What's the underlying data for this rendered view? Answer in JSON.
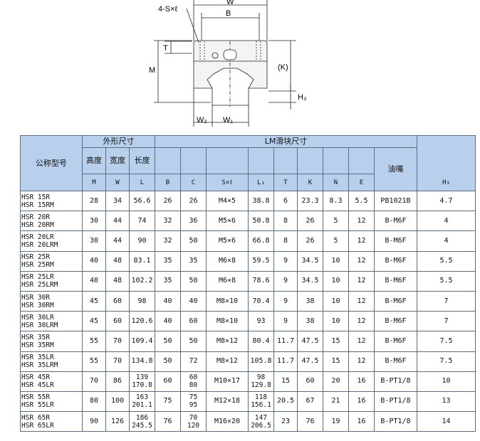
{
  "drawing": {
    "label_hole": "4-S×ℓ",
    "label_W": "W",
    "label_B": "B",
    "label_T": "T",
    "label_M": "M",
    "label_K": "(K)",
    "label_H3": "H₃",
    "label_W2": "W₂",
    "label_W1": "W₁"
  },
  "table": {
    "model_header": "公称型号",
    "outer_header": "外形尺寸",
    "lm_header": "LM滑块尺寸",
    "height_header": "高度",
    "width_header": "宽度",
    "length_header": "长度",
    "nipple_header": "油嘴",
    "symbols": {
      "M": "M",
      "W": "W",
      "L": "L",
      "B": "B",
      "C": "C",
      "S": "S×ℓ",
      "L1": "L₁",
      "T": "T",
      "K": "K",
      "N": "N",
      "E": "E",
      "H3": "H₃"
    },
    "rows": [
      {
        "model": [
          "HSR 15R",
          "HSR 15RM"
        ],
        "M": "28",
        "W": "34",
        "L": [
          "56.6"
        ],
        "B": "26",
        "C": [
          "26"
        ],
        "S": "M4×5",
        "L1": [
          "38.8"
        ],
        "T": "6",
        "K": "23.3",
        "N": "8.3",
        "E": "5.5",
        "nipple": "PB1021B",
        "H3": "4.7"
      },
      {
        "model": [
          "HSR 20R",
          "HSR 20RM"
        ],
        "M": "30",
        "W": "44",
        "L": [
          "74"
        ],
        "B": "32",
        "C": [
          "36"
        ],
        "S": "M5×6",
        "L1": [
          "50.8"
        ],
        "T": "8",
        "K": "26",
        "N": "5",
        "E": "12",
        "nipple": "B-M6F",
        "H3": "4"
      },
      {
        "model": [
          "HSR 20LR",
          "HSR 20LRM"
        ],
        "M": "30",
        "W": "44",
        "L": [
          "90"
        ],
        "B": "32",
        "C": [
          "50"
        ],
        "S": "M5×6",
        "L1": [
          "66.8"
        ],
        "T": "8",
        "K": "26",
        "N": "5",
        "E": "12",
        "nipple": "B-M6F",
        "H3": "4"
      },
      {
        "model": [
          "HSR 25R",
          "HSR 25RM"
        ],
        "M": "40",
        "W": "48",
        "L": [
          "83.1"
        ],
        "B": "35",
        "C": [
          "35"
        ],
        "S": "M6×8",
        "L1": [
          "59.5"
        ],
        "T": "9",
        "K": "34.5",
        "N": "10",
        "E": "12",
        "nipple": "B-M6F",
        "H3": "5.5"
      },
      {
        "model": [
          "HSR 25LR",
          "HSR 25LRM"
        ],
        "M": "40",
        "W": "48",
        "L": [
          "102.2"
        ],
        "B": "35",
        "C": [
          "50"
        ],
        "S": "M6×8",
        "L1": [
          "78.6"
        ],
        "T": "9",
        "K": "34.5",
        "N": "10",
        "E": "12",
        "nipple": "B-M6F",
        "H3": "5.5"
      },
      {
        "model": [
          "HSR 30R",
          "HSR 30RM"
        ],
        "M": "45",
        "W": "60",
        "L": [
          "98"
        ],
        "B": "40",
        "C": [
          "40"
        ],
        "S": "M8×10",
        "L1": [
          "70.4"
        ],
        "T": "9",
        "K": "38",
        "N": "10",
        "E": "12",
        "nipple": "B-M6F",
        "H3": "7"
      },
      {
        "model": [
          "HSR 30LR",
          "HSR 30LRM"
        ],
        "M": "45",
        "W": "60",
        "L": [
          "120.6"
        ],
        "B": "40",
        "C": [
          "60"
        ],
        "S": "M8×10",
        "L1": [
          "93"
        ],
        "T": "9",
        "K": "38",
        "N": "10",
        "E": "12",
        "nipple": "B-M6F",
        "H3": "7"
      },
      {
        "model": [
          "HSR 35R",
          "HSR 35RM"
        ],
        "M": "55",
        "W": "70",
        "L": [
          "109.4"
        ],
        "B": "50",
        "C": [
          "50"
        ],
        "S": "M8×12",
        "L1": [
          "80.4"
        ],
        "T": "11.7",
        "K": "47.5",
        "N": "15",
        "E": "12",
        "nipple": "B-M6F",
        "H3": "7.5"
      },
      {
        "model": [
          "HSR 35LR",
          "HSR 35LRM"
        ],
        "M": "55",
        "W": "70",
        "L": [
          "134.8"
        ],
        "B": "50",
        "C": [
          "72"
        ],
        "S": "M8×12",
        "L1": [
          "105.8"
        ],
        "T": "11.7",
        "K": "47.5",
        "N": "15",
        "E": "12",
        "nipple": "B-M6F",
        "H3": "7.5"
      },
      {
        "model": [
          "HSR 45R",
          "HSR 45LR"
        ],
        "M": "70",
        "W": "86",
        "L": [
          "139",
          "170.8"
        ],
        "B": "60",
        "C": [
          "60",
          "80"
        ],
        "S": "M10×17",
        "L1": [
          "98",
          "129.8"
        ],
        "T": "15",
        "K": "60",
        "N": "20",
        "E": "16",
        "nipple": "B-PT1/8",
        "H3": "10"
      },
      {
        "model": [
          "HSR 55R",
          "HSR 55LR"
        ],
        "M": "80",
        "W": "100",
        "L": [
          "163",
          "201.1"
        ],
        "B": "75",
        "C": [
          "75",
          "95"
        ],
        "S": "M12×18",
        "L1": [
          "118",
          "156.1"
        ],
        "T": "20.5",
        "K": "67",
        "N": "21",
        "E": "16",
        "nipple": "B-PT1/8",
        "H3": "13"
      },
      {
        "model": [
          "HSR 65R",
          "HSR 65LR"
        ],
        "M": "90",
        "W": "126",
        "L": [
          "186",
          "245.5"
        ],
        "B": "76",
        "C": [
          "70",
          "120"
        ],
        "S": "M16×20",
        "L1": [
          "147",
          "206.5"
        ],
        "T": "23",
        "K": "76",
        "N": "19",
        "E": "16",
        "nipple": "B-PT1/8",
        "H3": "14"
      }
    ]
  }
}
